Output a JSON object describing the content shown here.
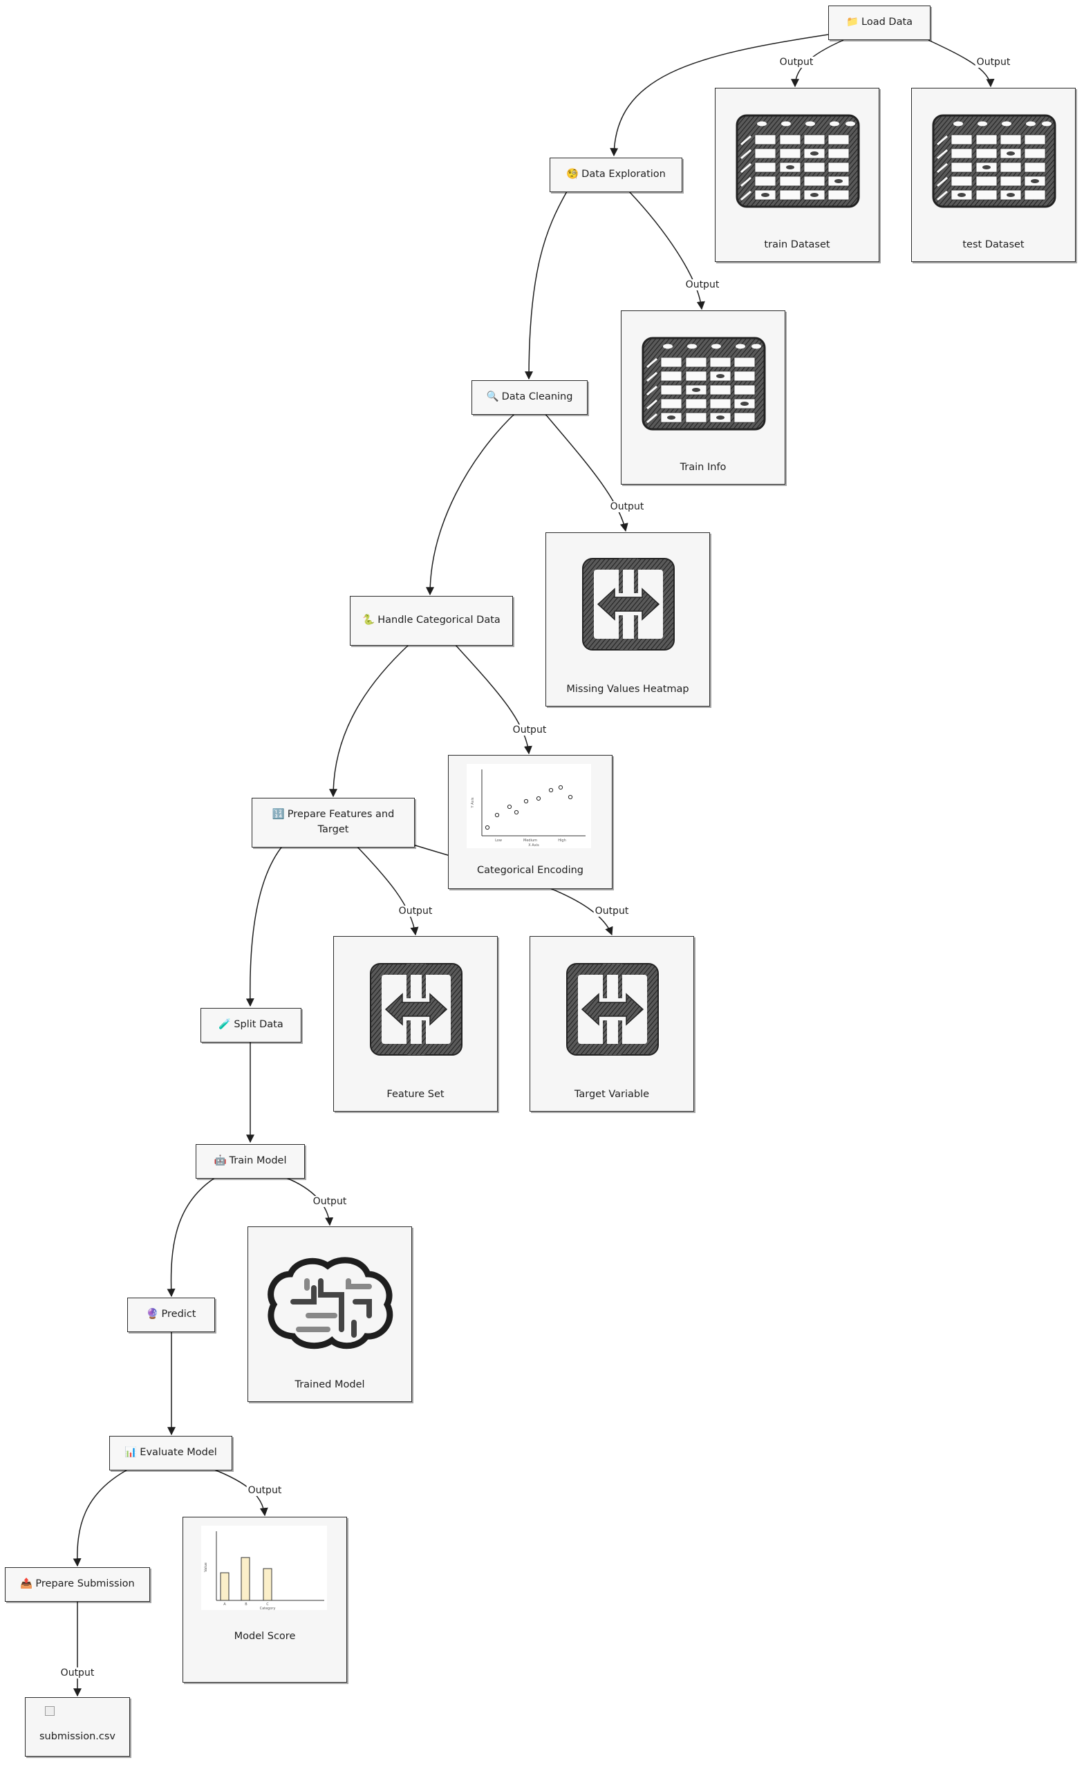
{
  "nodes": {
    "load_data": {
      "emoji": "📁",
      "label": "Load Data"
    },
    "data_exploration": {
      "emoji": "🧐",
      "label": "Data Exploration"
    },
    "data_cleaning": {
      "emoji": "🔍",
      "label": "Data Cleaning"
    },
    "handle_categorical": {
      "emoji": "🐍",
      "label": "Handle Categorical Data"
    },
    "prepare_features": {
      "emoji": "🔢",
      "label": "Prepare Features and Target"
    },
    "split_data": {
      "emoji": "🧪",
      "label": "Split Data"
    },
    "train_model": {
      "emoji": "🤖",
      "label": "Train Model"
    },
    "predict": {
      "emoji": "🔮",
      "label": "Predict"
    },
    "evaluate_model": {
      "emoji": "📊",
      "label": "Evaluate Model"
    },
    "prepare_submission": {
      "emoji": "📤",
      "label": "Prepare Submission"
    }
  },
  "outputs": {
    "train_dataset": "train Dataset",
    "test_dataset": "test Dataset",
    "train_info": "Train Info",
    "missing_heatmap": "Missing Values Heatmap",
    "categorical_encoding": "Categorical Encoding",
    "feature_set": "Feature Set",
    "target_variable": "Target Variable",
    "trained_model": "Trained Model",
    "model_score": "Model Score",
    "submission": "submission.csv"
  },
  "edge_label": "Output",
  "icons": {
    "table": "table-icon",
    "arrows": "swap-arrows-icon",
    "brain": "brain-icon",
    "scatter": "scatter-thumbnail",
    "bar": "bar-thumbnail"
  },
  "thumb_scatter": {
    "xlabel": "X Axis",
    "ylabel": "Y Axis",
    "ticks": [
      "Low",
      "Medium",
      "High"
    ]
  },
  "thumb_bar": {
    "xlabel": "Category",
    "ylabel": "Value",
    "ticks": [
      "A",
      "B",
      "C"
    ]
  }
}
